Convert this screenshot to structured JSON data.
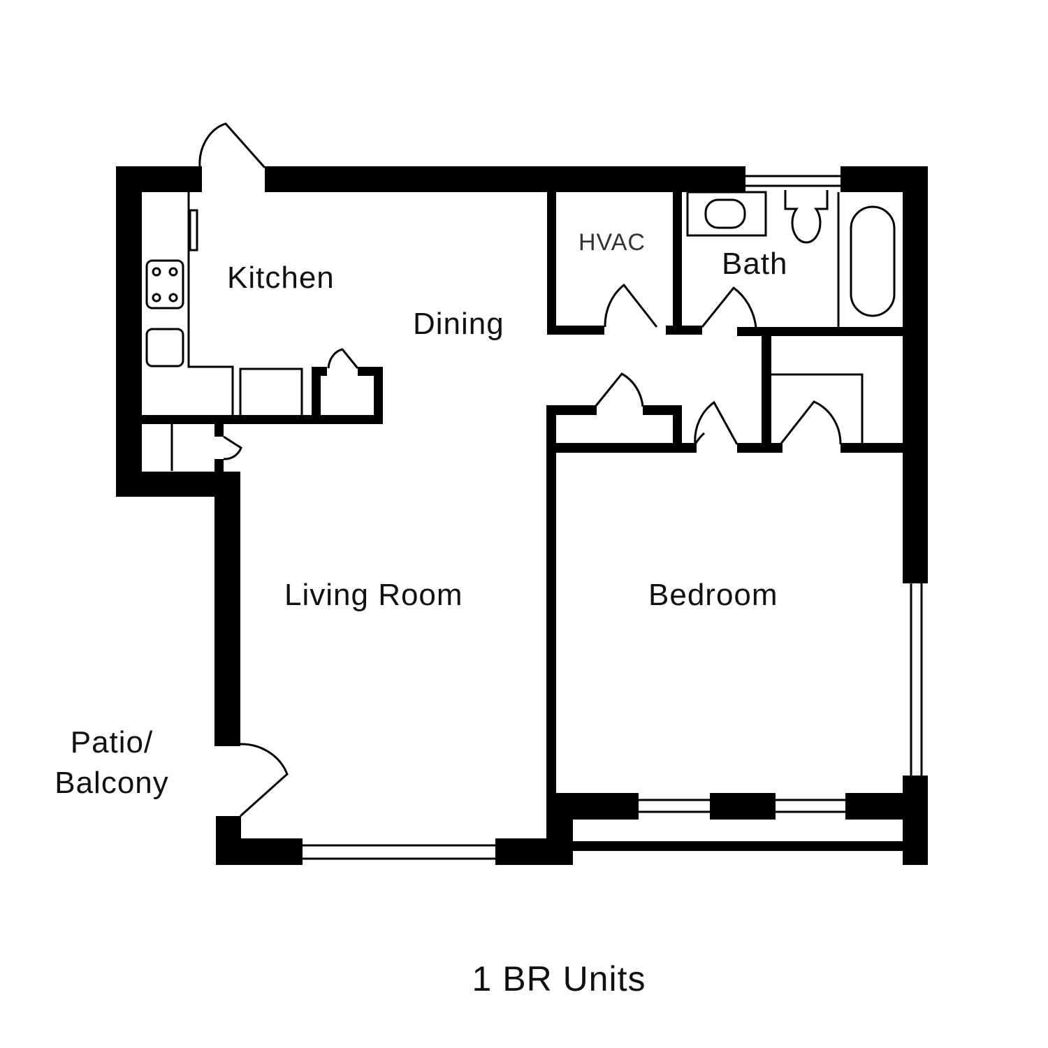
{
  "floorplan": {
    "title": "1 BR Units",
    "rooms": [
      {
        "id": "kitchen",
        "label": "Kitchen"
      },
      {
        "id": "dining",
        "label": "Dining"
      },
      {
        "id": "hvac",
        "label": "HVAC"
      },
      {
        "id": "bath",
        "label": "Bath"
      },
      {
        "id": "living",
        "label": "Living Room"
      },
      {
        "id": "bedroom",
        "label": "Bedroom"
      }
    ],
    "exterior": {
      "patio_line1": "Patio/",
      "patio_line2": "Balcony"
    },
    "fixtures": [
      "stove-icon",
      "sink-icon",
      "refrigerator",
      "bathroom-sink-icon",
      "toilet-icon",
      "bathtub-icon"
    ],
    "colors": {
      "wall": "#000000",
      "background": "#ffffff"
    }
  }
}
